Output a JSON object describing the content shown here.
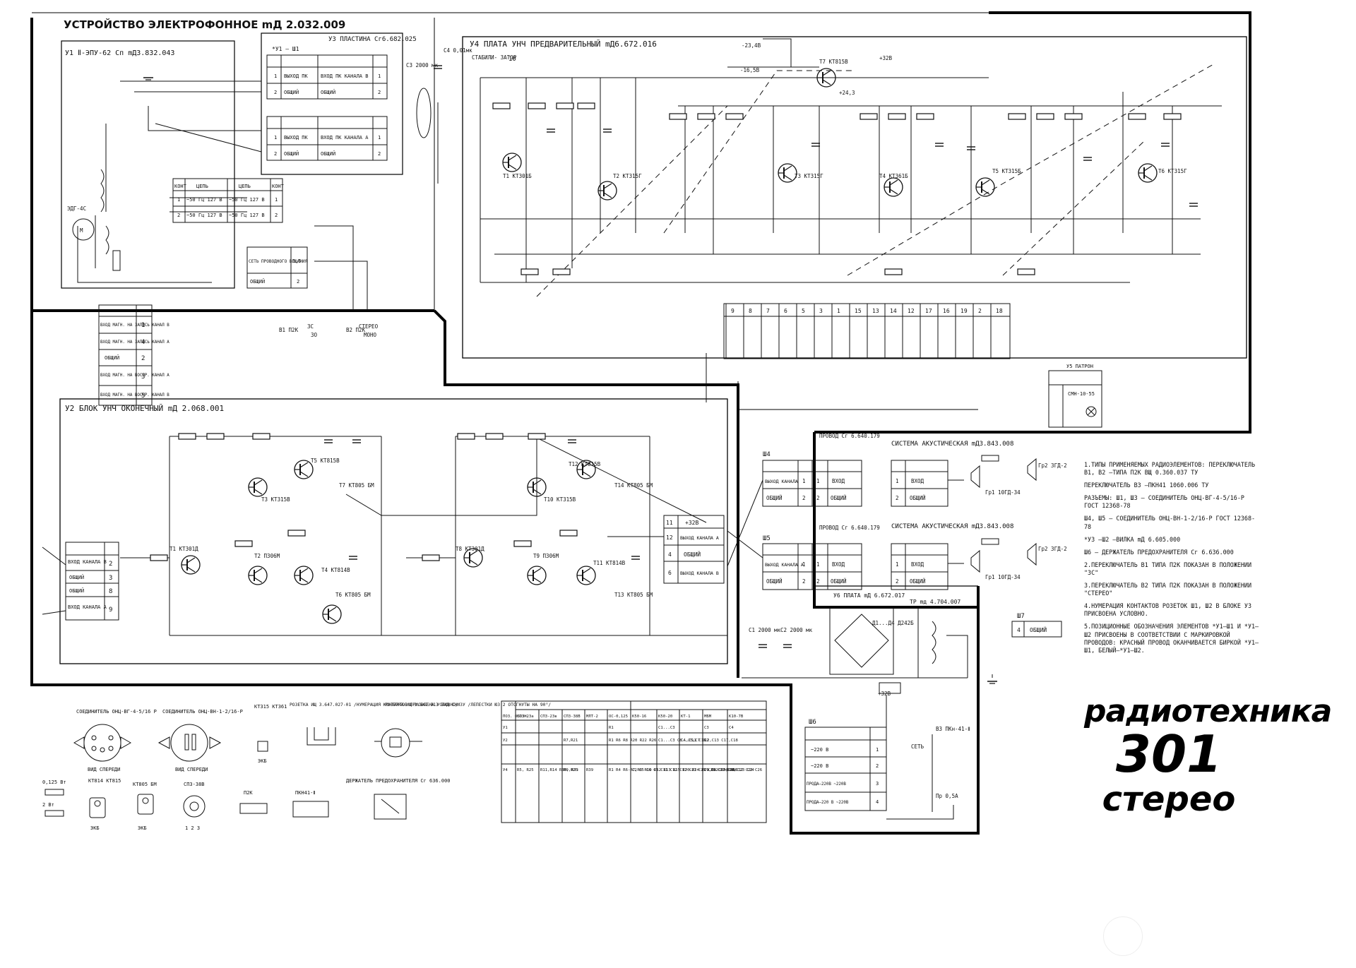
{
  "device": {
    "title": "УСТРОЙСТВО ЭЛЕКТРОФОННОЕ   mД 2.032.009"
  },
  "blocks": {
    "u1": "У1  Ⅱ-ЭПУ-62 Сп   mД3.832.043",
    "u3": "У3  ПЛАСТИНА   Сг6.682.025",
    "u4": "У4  ПЛАТА  УНЧ  ПРЕДВАРИТЕЛЬНЫЙ   mД6.672.016",
    "u2": "У2  БЛОК  УНЧ  ОКОНЕЧНЫЙ   mД 2.068.001",
    "u6": "У6  ПЛАТА  mД 6.672.017",
    "tr": "ТР  mд 4.704.007",
    "sh4": "Ш4",
    "sh5": "Ш5",
    "sh6": "Ш6",
    "sh7": "Ш7",
    "u5": "У5 ПАТРОН",
    "wire1": "ПРОВОД\nСг 6.640.179",
    "wire2": "ПРОВОД\nСг 6.640.179",
    "spk1": "СИСТЕМА АКУСТИЧЕСКАЯ\nmД3.843.008",
    "spk2": "СИСТЕМА АКУСТИЧЕСКАЯ\nmД3.843.008",
    "stab": "СТАБИЛИ-\nЗАТОР",
    "stab_pin": "10",
    "ps": "*У1 – Ш1"
  },
  "tables": {
    "u3_top": {
      "rows": [
        [
          "1",
          "ВЫХОД ПК",
          "ВХОД ПК КАНАЛА В",
          "1"
        ],
        [
          "2",
          "ОБЩИЙ",
          "ОБЩИЙ",
          "2"
        ]
      ]
    },
    "u3_bottom": {
      "rows": [
        [
          "1",
          "ВЫХОД ПК",
          "ВХОД ПК КАНАЛА А",
          "1"
        ],
        [
          "2",
          "ОБЩИЙ",
          "ОБЩИЙ",
          "2"
        ]
      ]
    },
    "w3": {
      "head": [
        "КОНТ",
        "ЦЕПЬ",
        "ЦЕПЬ",
        "КОНТ"
      ],
      "rows": [
        [
          "1",
          "~50 Гц 127 В",
          "~50 Гц 127 В",
          "1"
        ],
        [
          "2",
          "~50 Гц 127 В",
          "~50 Гц 127 В",
          "2"
        ]
      ]
    },
    "w3b": {
      "rows": [
        [
          "СЕТЬ ПРОВОДНОГО ВЕЩАНИЯ",
          "3,5"
        ],
        [
          "ОБЩИЙ",
          "2"
        ]
      ]
    },
    "w1": {
      "rows": [
        [
          "ВХОД МАГН. НА ЗАПИСЬ КАНАЛ В",
          "1"
        ],
        [
          "ВХОД МАГН. НА ЗАПИСЬ КАНАЛ А",
          "4"
        ],
        [
          "ОБЩИЙ",
          "2"
        ],
        [
          "ВХОД МАГН. НА ВОСПР. КАНАЛ А",
          "3"
        ],
        [
          "ВХОД МАГН. НА ВОСПР. КАНАЛ В",
          "5"
        ]
      ]
    },
    "u2in": {
      "rows": [
        [
          "ВХОД КАНАЛА В",
          "2"
        ],
        [
          "ОБЩИЙ",
          "3"
        ],
        [
          "ОБЩИЙ",
          "8"
        ],
        [
          "ВХОД КАНАЛА А",
          "9"
        ]
      ]
    },
    "u2out": {
      "rows": [
        [
          "11",
          "+32В"
        ],
        [
          "12",
          "ВЫХОД КАНАЛА А"
        ],
        [
          "4",
          "ОБЩИЙ"
        ],
        [
          "6",
          "ВЫХОД КАНАЛА В"
        ]
      ]
    },
    "sh4t": {
      "rows": [
        [
          "ВЫХОД КАНАЛА",
          "1",
          "1",
          "ВХОД"
        ],
        [
          "ОБЩИЙ",
          "2",
          "2",
          "ОБЩИЙ"
        ]
      ]
    },
    "sh5t": {
      "rows": [
        [
          "ВЫХОД КАНАЛА А",
          "1",
          "1",
          "ВХОД"
        ],
        [
          "ОБЩИЙ",
          "2",
          "2",
          "ОБЩИЙ"
        ]
      ]
    },
    "sh6t": {
      "rows": [
        [
          "~220 В",
          "1"
        ],
        [
          "~220 В",
          "2"
        ],
        [
          "ПРОДА–220В ~220В",
          "3"
        ],
        [
          "ПРОДА–220 В ~220В",
          "4"
        ]
      ]
    },
    "u4conn": {
      "pins": [
        "9",
        "8",
        "7",
        "6",
        "5",
        "3",
        "1",
        "15",
        "13",
        "14",
        "12",
        "17",
        "16",
        "19",
        "2",
        "18"
      ]
    },
    "parts": {
      "head": [
        "ПОЗ. ОБОЗН.",
        "СПЗ-23а",
        "СПЗ-23в",
        "СПЗ-38В",
        "МЛТ-2",
        "ОС-0,125",
        "К50-16",
        "К50-20",
        "КТ-1",
        "МБМ",
        "К10-7В"
      ],
      "rows": [
        [
          "У1",
          "",
          "",
          "",
          "",
          "R1",
          "",
          "C1...C3",
          "",
          "C3",
          "C4"
        ],
        [
          "У2",
          "",
          "",
          "R7,R21",
          "",
          "R1 R6 R8 R20 R22 R26",
          "",
          "C1...C3 C8...C11 C16",
          "C4,C5,C7 C12,C13 C17,C18",
          "C2",
          ""
        ],
        [
          "У4",
          "R5, R25",
          "R11,R14 R30, R33",
          "R9,R25",
          "R39",
          "R1 R4 R6-R7,R8 R10 R12 R13 R15 R20-R24 R29 R32 R34 R36",
          "C2 C5 C6 C7 C11 C12 C17 C21 C25 C26 C27 C28",
          "",
          "",
          "C1,C8 C10,C16 C23 C24",
          "C8,C12 C22 C26"
        ]
      ]
    }
  },
  "components": {
    "tr1": "T1 КТ301Б",
    "tr2": "T2 КТ315Г",
    "tr3": "T3 КТ315Г",
    "tr4": "T4 КТ361Б",
    "tr5": "T5 КТ315Б",
    "tr6": "T6 КТ315Г",
    "tr7": "T7 КТ815В",
    "v3": "T3 КТ315В",
    "v5": "T5 КТ815В",
    "v7": "T7 КТ805 БМ",
    "v4": "T4 КТ814В",
    "v6": "T6 КТ805 БМ",
    "v1": "T1 КТ301Д",
    "v2": "T2 П306М",
    "w10": "T10 КТ315В",
    "w12": "T12 КТ815В",
    "w14": "T14 КТ805 БМ",
    "w11": "T11 КТ814В",
    "w13": "T13 КТ805 БМ",
    "w8": "T8 КТ301Д",
    "w9": "T9 П306М",
    "gr1": "Гр1 10ГД-34",
    "gr2": "Гр2 3ГД-2",
    "d1": "Д1...Д4 Д242Б",
    "lamp": "СМН-10-55",
    "fuse": "Пр 0,5А",
    "b3": "В3 ПКн-41-Ⅱ",
    "set": "СЕТЬ",
    "stereo": "СТЕРЕО",
    "mono": "МОНО",
    "b1": "В1 П2К",
    "b2": "В2 П2К",
    "zs": "ЗС",
    "zo": "ЗО",
    "sh7c": "ОБЩИЙ",
    "volt_328": "+32В",
    "volt_243": "+24,3",
    "volt_233": "-23,4В",
    "volt_165": "-16,5В",
    "c4": "C4 0,01мк",
    "c3": "C3 2000 мк",
    "c1": "C1 2000 мк",
    "c2": "C2 2000 мк",
    "m": "М",
    "edg": "ЭДГ-4С"
  },
  "notes": [
    "1.ТИПЫ ПРИМЕНЯЕМЫХ РАДИОЭЛЕМЕНТОВ: ПЕРЕКЛЮЧАТЕЛЬ В1, В2 –ТИПА П2К ВЩ 0.360.037 ТУ",
    "ПЕРЕКЛЮЧАТЕЛЬ В3 –ПКН41 1060.006 ТУ",
    "РАЗЪЕМЫ: Ш1, Ш3 – СОЕДИНИТЕЛЬ ОНЦ-ВГ-4-5/16-Р ГОСТ 12368-78",
    "Ш4, Ш5 – СОЕДИНИТЕЛЬ ОНЦ-ВН-1-2/16-Р ГОСТ 12368-78",
    "*У3 –Ш2 –ВИЛКА mД 6.605.000",
    "Ш6 – ДЕРЖАТЕЛЬ ПРЕДОХРАНИТЕЛЯ Сг 6.636.000",
    "2.ПЕРЕКЛЮЧАТЕЛЬ В1 ТИПА П2К ПОКАЗАН В ПОЛОЖЕНИИ \"ЗС\"",
    "3.ПЕРЕКЛЮЧАТЕЛЬ В2 ТИПА П2К ПОКАЗАН В ПОЛОЖЕНИИ \"СТЕРЕО\"",
    "4.НУМЕРАЦИЯ КОНТАКТОВ РОЗЕТОК Ш1, Ш2 В БЛОКЕ У3 ПРИСВОЕНА УСЛОВНО.",
    "5.ПОЗИЦИОННЫЕ ОБОЗНАЧЕНИЯ ЭЛЕМЕНТОВ *У1–Ш1 И *У1–Ш2 ПРИСВОЕНЫ В СООТВЕТСТВИИ С МАРКИРОВКОЙ ПРОВОДОВ: КРАСНЫЙ ПРОВОД ОКАНЧИВАЕТСЯ БИРКОЙ *У1–Ш1, БЕЛЫЙ–*У1–Ш2."
  ],
  "legend": {
    "l1": "СОЕДИНИТЕЛЬ ОНЦ-ВГ-4-5/16 Р",
    "l1v": "ВИД СПЕРЕДИ",
    "l2": "СОЕДИНИТЕЛЬ ОНЦ-ВН-1-2/16-Р",
    "l2v": "ВИД СПЕРЕДИ",
    "l3": "КТ315 КТ361",
    "l3v": "ЭКБ",
    "l4": "РОЗЕТКА ИЩ 3.647.027-01 /НУМЕРАЦИЯ КОНТАКТОВ ПРИСВОЕНА УСЛОВНО/",
    "l5": "РОЗЕТКА ИЩ 3.647.013 ВИД СНИЗУ /ЛЕПЕСТКИ ЮЗ 2 ОТОГНУТЫ НА 90°/",
    "l6": "0,125 Вт",
    "l6b": "2 Вт",
    "l7": "КТ814 КТ815",
    "l7v": "ЭКБ",
    "l8": "КТ805 БМ",
    "l8v": "ЭКБ",
    "l9": "СПЗ-38В",
    "l9v": "1 2 3",
    "l10": "П2К",
    "l11": "ПКН41-Ⅱ",
    "l12": "ДЕРЖАТЕЛЬ ПРЕДОХРАНИТЕЛЯ Сг 636.000"
  },
  "brand": {
    "line1": "радиотехника",
    "line2": "301",
    "line3": "стерео"
  }
}
